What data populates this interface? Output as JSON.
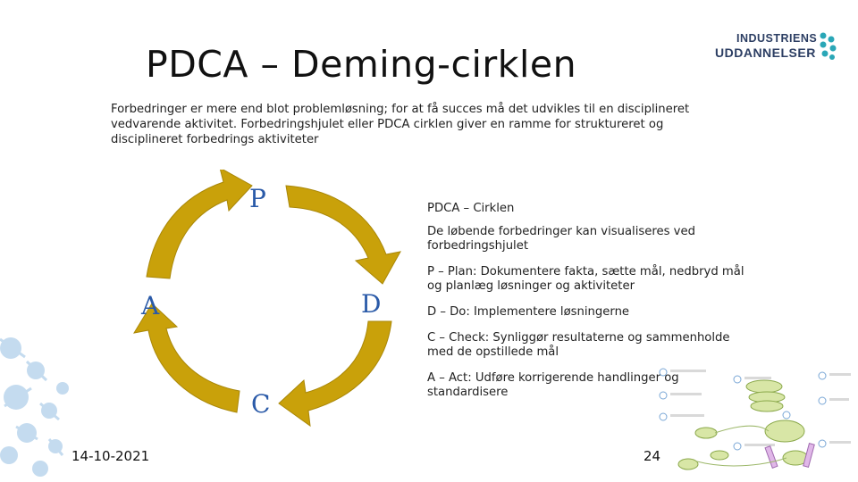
{
  "slide": {
    "title": "PDCA – Deming-cirklen",
    "intro": "Forbedringer er mere end blot problemløsning; for at få succes må det udvikles til en disciplineret vedvarende aktivitet. Forbedringshjulet eller PDCA cirklen giver en ramme for struktureret og disciplineret forbedrings aktiviteter",
    "logo": {
      "line1": "INDUSTRIENS",
      "line2": "UDDANNELSER"
    },
    "cycle": {
      "p": "P",
      "d": "D",
      "c": "C",
      "a": "A",
      "arrow_color": "#c9a10a"
    },
    "right_text": {
      "heading": "PDCA – Cirklen",
      "p1": "De løbende forbedringer kan visualiseres ved forbedringshjulet",
      "p2": "P – Plan: Dokumentere fakta, sætte mål, nedbryd mål og planlæg løsninger og aktiviteter",
      "p3": "D – Do: Implementere løsningerne",
      "p4": "C – Check: Synliggør resultaterne og sammenholde med de opstillede mål",
      "p5": "A – Act: Udføre korrigerende handlinger og standardisere"
    },
    "footer": {
      "date": "14-10-2021",
      "page": "24"
    },
    "colors": {
      "accent": "#c9a10a",
      "letters": "#2a5aa8",
      "logo": "#2c3e63",
      "decoration": "#b9d3ea"
    }
  }
}
